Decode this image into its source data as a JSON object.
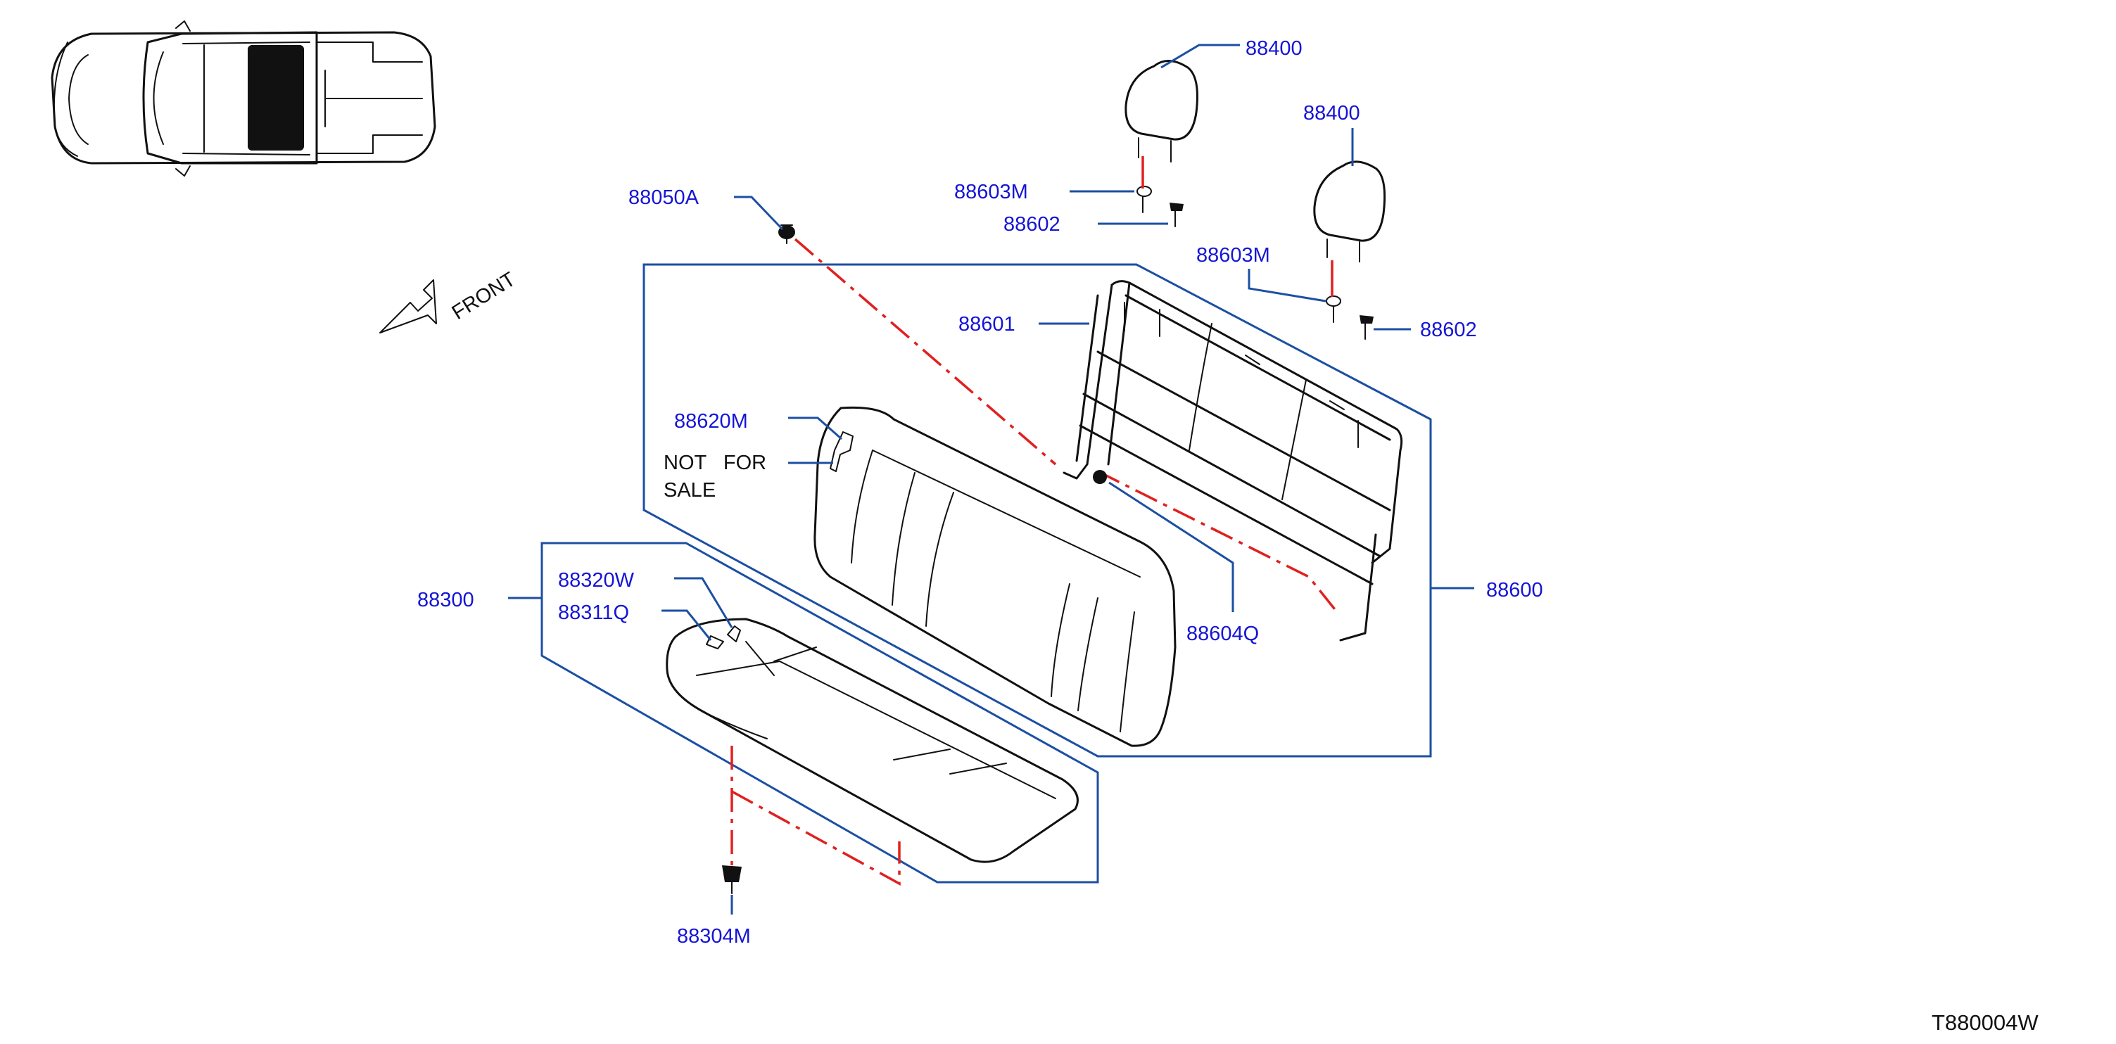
{
  "diagram": {
    "front_label": "FRONT",
    "not_for_sale_line1": "NOT   FOR",
    "not_for_sale_line2": "SALE",
    "drawing_code": "T880004W",
    "colors": {
      "callout": "#1515d6",
      "frame": "#1c4fa3",
      "hidden_line": "#e02020",
      "art": "#111111"
    },
    "callouts": {
      "headrest_upper": "88400",
      "headrest_lower": "88400",
      "guide_upper": "88603M",
      "lock_upper": "88602",
      "guide_lower": "88603M",
      "lock_lower": "88602",
      "clip_top": "88050A",
      "back_frame": "88601",
      "trim_bracket": "88620M",
      "seat_assembly": "88300",
      "cushion_trim": "88320W",
      "cushion_pad": "88311Q",
      "hinge_bolt": "88604Q",
      "seatback_assembly": "88600",
      "cushion_clip": "88304M"
    }
  }
}
